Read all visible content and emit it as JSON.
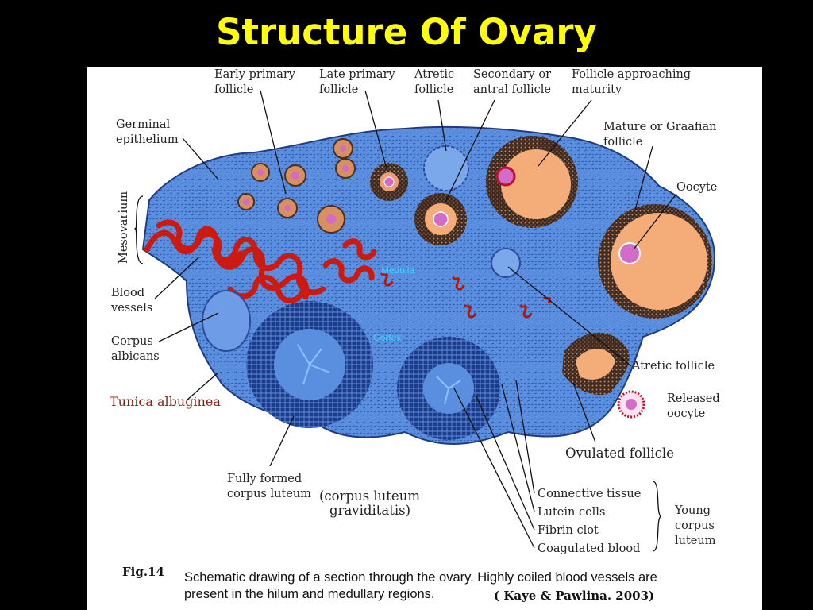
{
  "title": "Structure Of Ovary",
  "labels": {
    "early_primary_follicle": [
      "Early primary",
      "follicle"
    ],
    "late_primary_follicle": [
      "Late primary",
      "follicle"
    ],
    "atretic_follicle_top": [
      "Atretic",
      "follicle"
    ],
    "secondary_follicle": [
      "Secondary or",
      "antral follicle"
    ],
    "follicle_approaching_maturity": [
      "Follicle approaching",
      "maturity"
    ],
    "germinal_epithelium": [
      "Germinal",
      "epithelium"
    ],
    "mature_graafian_follicle": [
      "Mature or Graafian",
      "follicle"
    ],
    "oocyte": "Oocyte",
    "mesovarium": "Mesovarium",
    "blood_vessels": [
      "Blood",
      "vessels"
    ],
    "corpus_albicans": [
      "Corpus",
      "albicans"
    ],
    "tunica_albuginea": "Tunica albuginea",
    "atretic_follicle_right": "Atretic follicle",
    "released_oocyte": [
      "Released",
      "oocyte"
    ],
    "ovulated_follicle": "Ovulated follicle",
    "fully_formed_corpus_luteum": [
      "Fully formed",
      "corpus luteum"
    ],
    "corpus_luteum_graviditatis": [
      "(corpus luteum",
      "graviditatis)"
    ],
    "connective_tissue": "Connective tissue",
    "lutein_cells": "Lutein cells",
    "fibrin_clot": "Fibrin clot",
    "coagulated_blood": "Coagulated blood",
    "young_corpus_luteum": [
      "Young",
      "corpus",
      "luteum"
    ],
    "medulla": "Medulla",
    "cortex": "Cortex"
  },
  "caption": {
    "fig_number": "Fig.14",
    "text_line1": "Schematic drawing of a section through the ovary. Highly coiled blood vessels are",
    "text_line2": "present in the hilum and medullary regions.",
    "citation": "( Kaye & Pawlina. 2003)"
  },
  "colors": {
    "background": "#000000",
    "title": "#ffff00",
    "panel": "#ffffff",
    "ovary_stroma": "#5a8fe0",
    "follicle_fluid": "#f4ad78",
    "theca": "#4a2f22",
    "blood_vessel": "#cc1a10",
    "inner_label": "#39d3ff"
  }
}
